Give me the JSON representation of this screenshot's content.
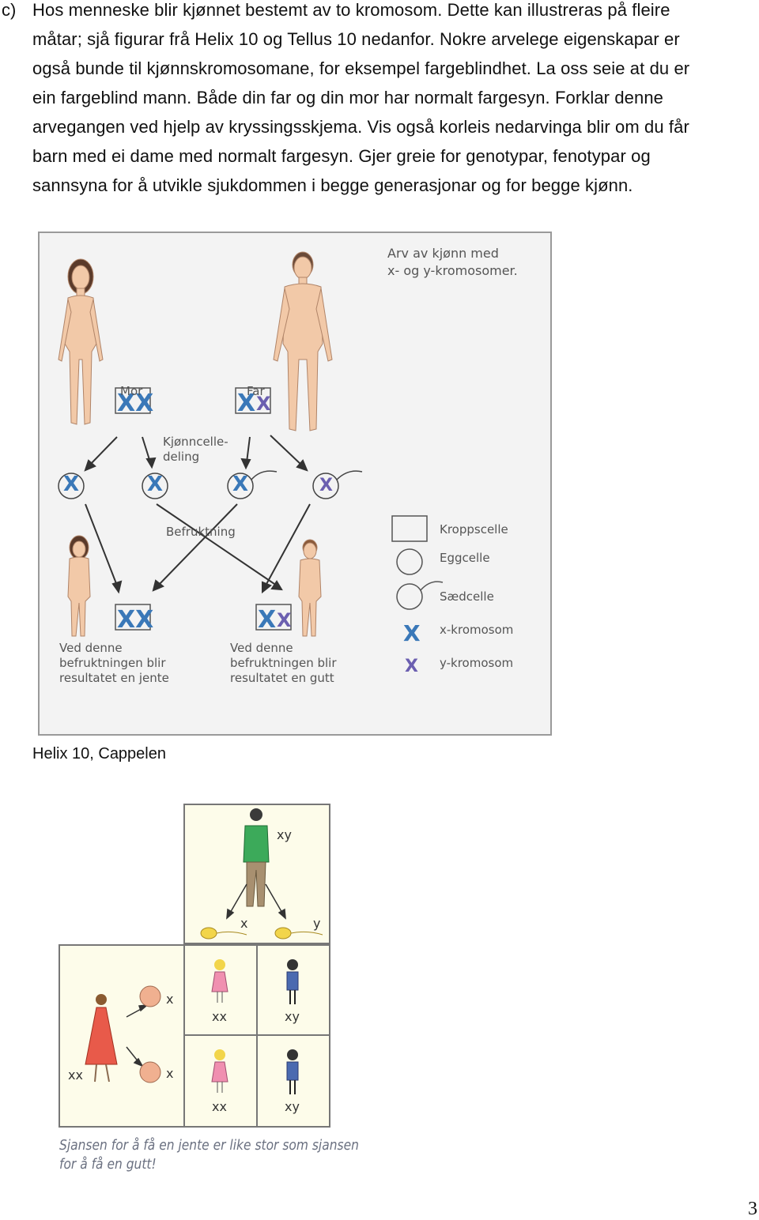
{
  "question": {
    "label": "c)",
    "lines": [
      "Hos menneske blir kjønnet bestemt av to kromosom. Dette kan illustreras på fleire",
      "måtar; sjå figurar frå Helix 10 og Tellus 10 nedanfor. Nokre arvelege eigenskapar er",
      "også bunde til kjønnskromosomane, for eksempel fargeblindhet. La oss seie at du er",
      "ein fargeblind mann. Både din far og din mor har normalt fargesyn. Forklar denne",
      "arvegangen ved hjelp av kryssingsskjema. Vis også korleis nedarvinga blir om du får",
      "barn med ei dame med normalt fargesyn. Gjer greie for genotypar, fenotypar og",
      "sannsyna for å utvikle sjukdommen i begge generasjonar og for begge kjønn."
    ]
  },
  "figure1": {
    "title_line1": "Arv av kjønn med",
    "title_line2": "x- og y-kromosomer.",
    "mor": "Mor",
    "far": "Far",
    "meiosis_line1": "Kjønncelle-",
    "meiosis_line2": "deling",
    "fertilization": "Befruktning",
    "girl_line1": "Ved denne",
    "girl_line2": "befruktningen blir",
    "girl_line3": "resultatet en jente",
    "boy_line1": "Ved denne",
    "boy_line2": "befruktningen blir",
    "boy_line3": "resultatet en gutt",
    "legend": {
      "body_cell": "Kroppscelle",
      "egg_cell": "Eggcelle",
      "sperm_cell": "Sædcelle",
      "x_chrom": "x-kromosom",
      "y_chrom": "y-kromosom"
    },
    "colors": {
      "x_chromosome": "#3a78b8",
      "y_chromosome": "#6b5fb0"
    },
    "caption": "Helix 10, Cappelen"
  },
  "figure2": {
    "father_genotype": "xy",
    "sperm_x": "x",
    "sperm_y": "y",
    "egg_x_top": "x",
    "egg_x_bottom": "x",
    "mother_genotype": "xx",
    "cells": [
      "xx",
      "xy",
      "xx",
      "xy"
    ],
    "caption_line1": "Sjansen for å få en jente er like stor som sjansen",
    "caption_line2": "for å få en gutt!"
  },
  "page_number": "3"
}
